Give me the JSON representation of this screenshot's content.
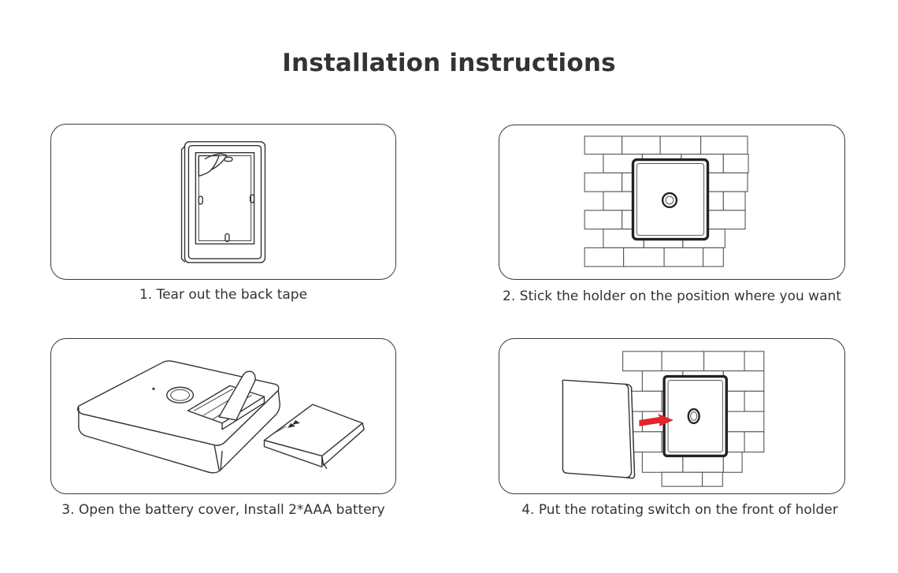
{
  "document": {
    "title": "Installation instructions"
  },
  "steps": [
    {
      "caption": "1. Tear out the back tape"
    },
    {
      "caption": "2. Stick the holder on the position where you want"
    },
    {
      "caption": "3. Open the battery cover, Install 2*AAA battery"
    },
    {
      "caption": "4. Put the rotating switch on the front of holder"
    }
  ],
  "colors": {
    "outline": "#3a3a3a",
    "text": "#333333",
    "arrow": "#e3262b",
    "background": "#ffffff"
  }
}
